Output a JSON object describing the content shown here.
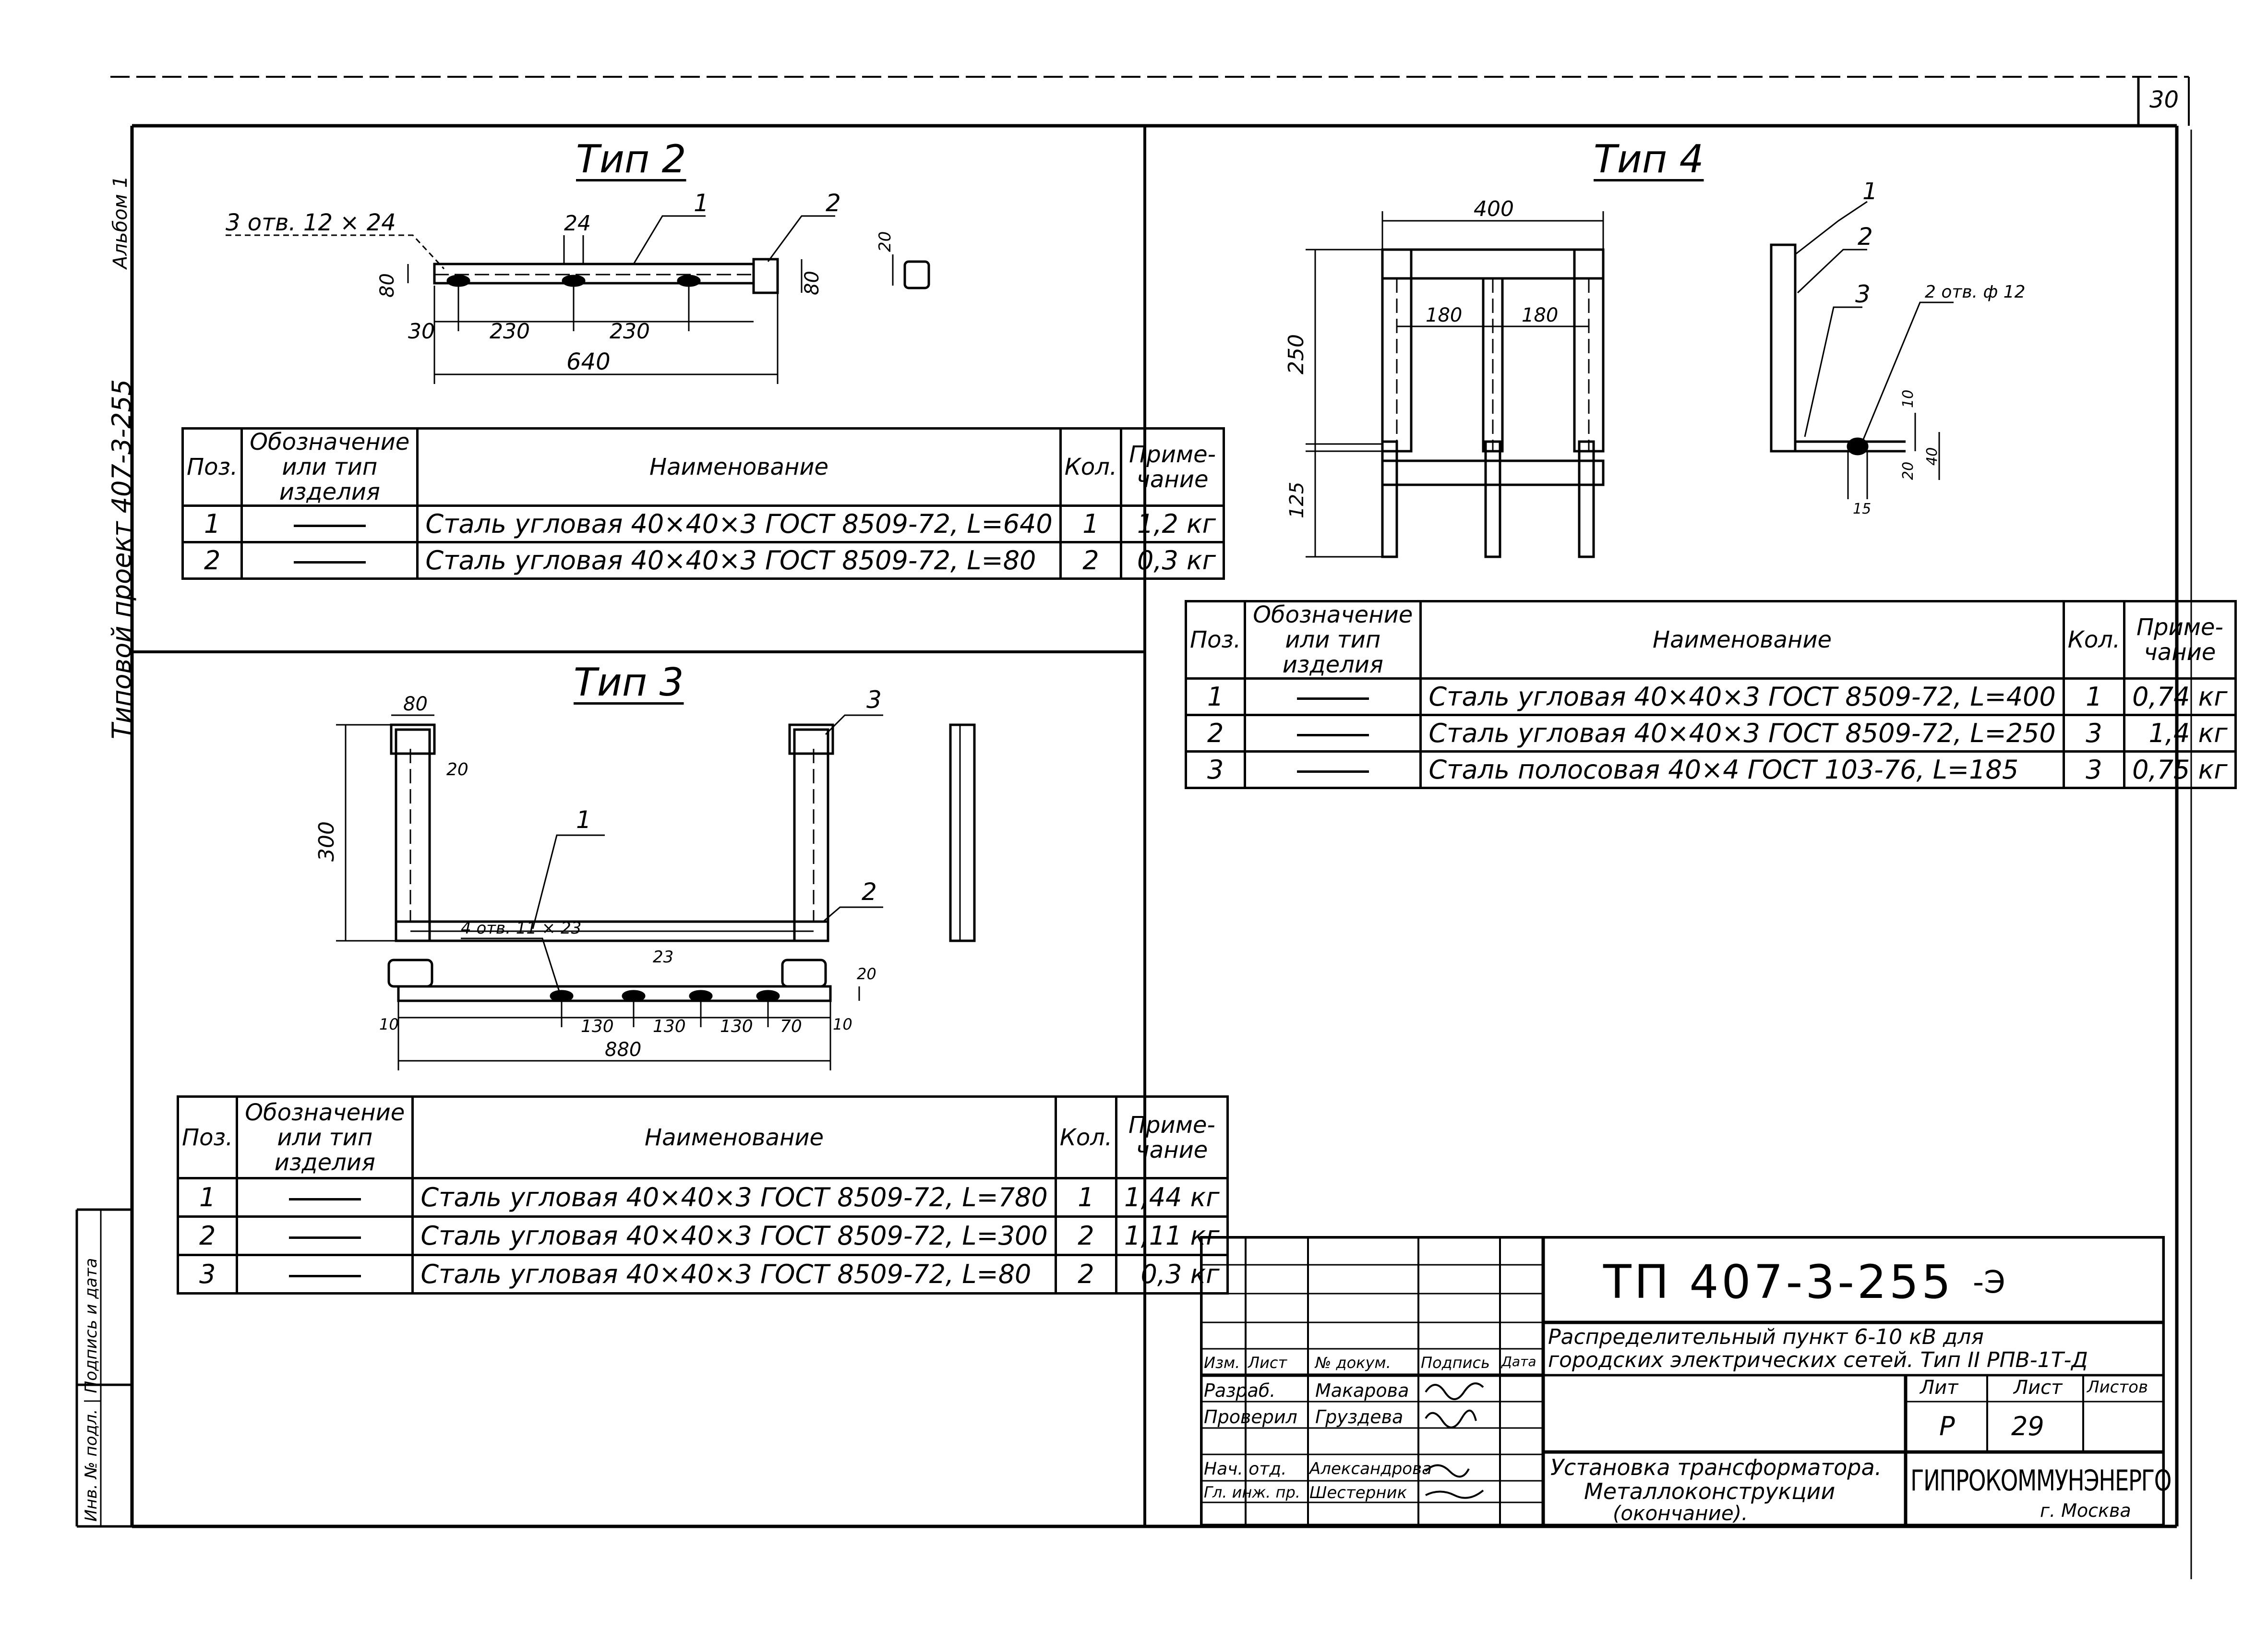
{
  "sheet_number_corner": "30",
  "side_labels": {
    "project": "Типовой проект 407-3-255",
    "album": "Альбом 1",
    "stamp": "Инв. № подл. | Подпись и дата"
  },
  "type2": {
    "title": "Тип 2",
    "dims": {
      "holes": "3 отв. 12 × 24",
      "d24": "24",
      "d80a": "80",
      "d80b": "80",
      "d30": "30",
      "d230a": "230",
      "d230b": "230",
      "d640": "640",
      "d20": "20",
      "p1": "1",
      "p2": "2"
    },
    "table": {
      "headers": {
        "pos": "Поз.",
        "designation": "Обозначение или тип изделия",
        "name": "Наименование",
        "qty": "Кол.",
        "note": "Приме-чание"
      },
      "rows": [
        {
          "pos": "1",
          "name": "Сталь угловая 40×40×3 ГОСТ 8509-72, L=640",
          "qty": "1",
          "note": "1,2 кг"
        },
        {
          "pos": "2",
          "name": "Сталь угловая 40×40×3 ГОСТ 8509-72, L=80",
          "qty": "2",
          "note": "0,3 кг"
        }
      ]
    }
  },
  "type3": {
    "title": "Тип 3",
    "dims": {
      "d80": "80",
      "d20": "20",
      "d300": "300",
      "p1": "1",
      "p2": "2",
      "p3": "3",
      "holes": "4 отв. 11 × 23",
      "d23": "23",
      "d130a": "130",
      "d130b": "130",
      "d130c": "130",
      "d70": "70",
      "d10a": "10",
      "d10b": "10",
      "d880": "880",
      "d20b": "20"
    },
    "table": {
      "headers": {
        "pos": "Поз.",
        "designation": "Обозначение или тип изделия",
        "name": "Наименование",
        "qty": "Кол.",
        "note": "Приме-чание"
      },
      "rows": [
        {
          "pos": "1",
          "name": "Сталь угловая 40×40×3 ГОСТ 8509-72, L=780",
          "qty": "1",
          "note": "1,44 кг"
        },
        {
          "pos": "2",
          "name": "Сталь угловая 40×40×3 ГОСТ 8509-72, L=300",
          "qty": "2",
          "note": "1,11 кг"
        },
        {
          "pos": "3",
          "name": "Сталь угловая 40×40×3 ГОСТ 8509-72, L=80",
          "qty": "2",
          "note": "0,3 кг"
        }
      ]
    }
  },
  "type4": {
    "title": "Тип 4",
    "dims": {
      "d400": "400",
      "d250": "250",
      "d180a": "180",
      "d180b": "180",
      "d125": "125",
      "p1": "1",
      "p2": "2",
      "p3": "3",
      "holes": "2 отв. ф 12",
      "d10": "10",
      "d20": "20",
      "d40": "40",
      "d15": "15"
    },
    "table": {
      "headers": {
        "pos": "Поз.",
        "designation": "Обозначение или тип изделия",
        "name": "Наименование",
        "qty": "Кол.",
        "note": "Приме-чание"
      },
      "rows": [
        {
          "pos": "1",
          "name": "Сталь угловая 40×40×3 ГОСТ 8509-72, L=400",
          "qty": "1",
          "note": "0,74 кг"
        },
        {
          "pos": "2",
          "name": "Сталь угловая 40×40×3 ГОСТ 8509-72, L=250",
          "qty": "3",
          "note": "1,4 кг"
        },
        {
          "pos": "3",
          "name": "Сталь полосовая 40×4 ГОСТ 103-76, L=185",
          "qty": "3",
          "note": "0,75 кг"
        }
      ]
    }
  },
  "title_block": {
    "doc_code": "ТП 407-3-255",
    "doc_suffix": "-Э",
    "project_name_1": "Распределительный пункт 6-10 кВ для",
    "project_name_2": "городских электрических сетей. Тип II РПВ-1Т-Д",
    "sheet_title_1": "Установка трансформатора.",
    "sheet_title_2": "Металлоконструкции",
    "sheet_title_3": "(окончание).",
    "col_headers": {
      "izm": "Изм.",
      "list": "Лист",
      "doc": "№ докум.",
      "sign": "Подпись",
      "date": "Дата"
    },
    "roles": [
      {
        "role": "Разраб.",
        "name": "Макарова"
      },
      {
        "role": "Проверил",
        "name": "Груздева"
      },
      {
        "role": "Нач. отд.",
        "name": "Александрова"
      },
      {
        "role": "Гл. инж. пр.",
        "name": "Шестерник"
      }
    ],
    "lit_label": "Лит",
    "sheet_label": "Лист",
    "sheets_label": "Листов",
    "lit_value": "Р",
    "sheet_value": "29",
    "org": "ГИПРОКОММУНЭНЕРГО",
    "city": "г. Москва"
  }
}
